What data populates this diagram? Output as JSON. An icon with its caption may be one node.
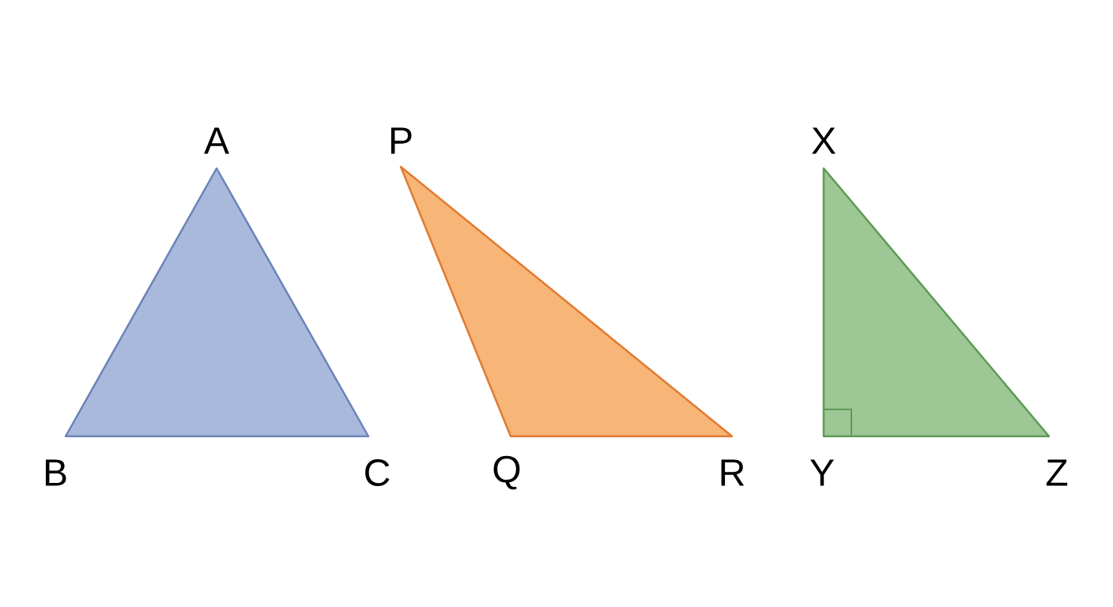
{
  "diagram": {
    "labels": [
      "A",
      "P",
      "X",
      "B",
      "C",
      "Q",
      "R",
      "Y",
      "Z"
    ]
  }
}
